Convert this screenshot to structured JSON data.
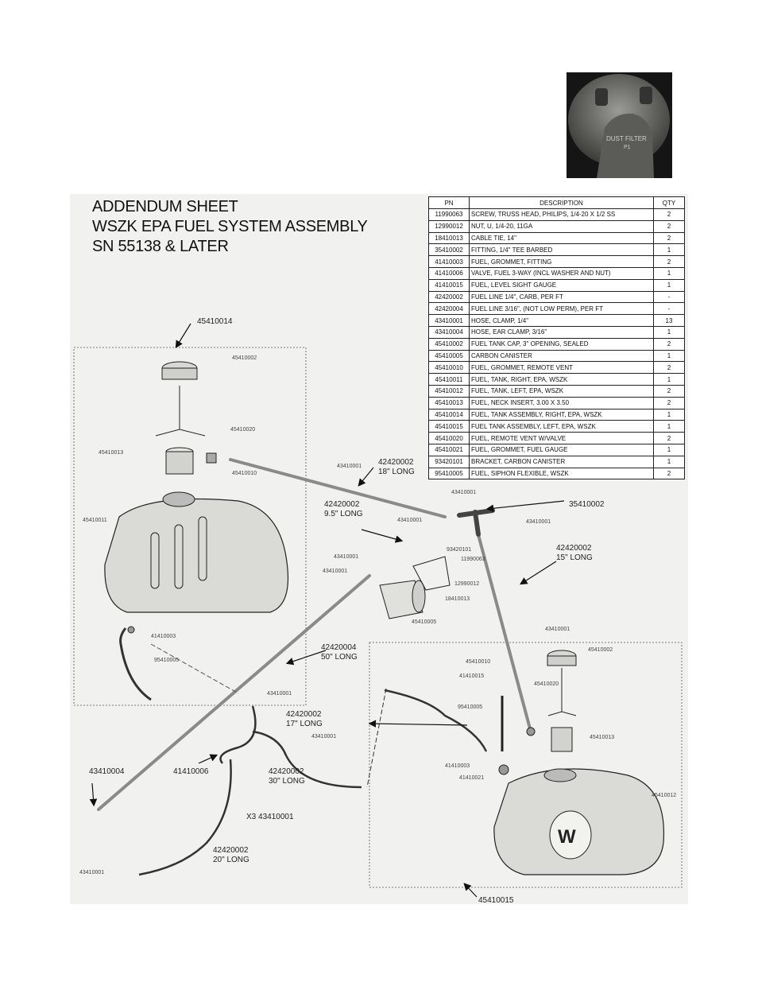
{
  "title_lines": [
    "ADDENDUM SHEET",
    "WSZK EPA FUEL SYSTEM ASSEMBLY",
    "SN 55138 & LATER"
  ],
  "photo": {
    "filter_text": "DUST FILTER",
    "filter_sub": "P1"
  },
  "table": {
    "headers": [
      "PN",
      "DESCRIPTION",
      "QTY"
    ],
    "rows": [
      [
        "11990063",
        "SCREW, TRUSS HEAD, PHILIPS, 1/4-20 X 1/2 SS",
        "2"
      ],
      [
        "12990012",
        "NUT, U, 1/4-20, 11GA",
        "2"
      ],
      [
        "18410013",
        "CABLE TIE, 14\"",
        "2"
      ],
      [
        "35410002",
        "FITTING, 1/4\" TEE BARBED",
        "1"
      ],
      [
        "41410003",
        "FUEL, GROMMET, FITTING",
        "2"
      ],
      [
        "41410006",
        "VALVE, FUEL 3-WAY (INCL WASHER AND NUT)",
        "1"
      ],
      [
        "41410015",
        "FUEL, LEVEL SIGHT GAUGE",
        "1"
      ],
      [
        "42420002",
        "FUEL LINE 1/4\", CARB, PER FT",
        "-"
      ],
      [
        "42420004",
        "FUEL LINE 3/16\", (NOT LOW PERM), PER FT",
        "-"
      ],
      [
        "43410001",
        "HOSE, CLAMP, 1/4\"",
        "13"
      ],
      [
        "43410004",
        "HOSE, EAR CLAMP, 3/16\"",
        "1"
      ],
      [
        "45410002",
        "FUEL TANK CAP, 3\" OPENING, SEALED",
        "2"
      ],
      [
        "45410005",
        "CARBON CANISTER",
        "1"
      ],
      [
        "45410010",
        "FUEL, GROMMET, REMOTE VENT",
        "2"
      ],
      [
        "45410011",
        "FUEL, TANK, RIGHT, EPA, WSZK",
        "1"
      ],
      [
        "45410012",
        "FUEL, TANK, LEFT, EPA, WSZK",
        "2"
      ],
      [
        "45410013",
        "FUEL, NECK INSERT, 3.00 X 3.50",
        "2"
      ],
      [
        "45410014",
        "FUEL, TANK ASSEMBLY, RIGHT, EPA, WSZK",
        "1"
      ],
      [
        "45410015",
        "FUEL TANK ASSEMBLY, LEFT, EPA, WSZK",
        "1"
      ],
      [
        "45410020",
        "FUEL, REMOTE VENT W/VALVE",
        "2"
      ],
      [
        "45410021",
        "FUEL, GROMMET, FUEL GAUGE",
        "1"
      ],
      [
        "93420101",
        "BRACKET, CARBON CANISTER",
        "1"
      ],
      [
        "95410005",
        "FUEL, SIPHON FLEXIBLE, WSZK",
        "2"
      ]
    ]
  },
  "callouts": {
    "tank_right_assy": "45410014",
    "cap_r": "45410002",
    "vent_r": "45410020",
    "insert_r": "45410013",
    "grommet_vent_r": "45410010",
    "tank_r": "45410011",
    "grommet_r": "41410003",
    "siphon_r": "95410005",
    "clamp_a": "43410001",
    "line18_pn": "42420002",
    "line18_len": "18\" LONG",
    "clamp_b": "43410001",
    "line95_pn": "42420002",
    "line95_len": "9.5\" LONG",
    "clamp_c": "43410001",
    "tee": "35410002",
    "clamp_d": "43410001",
    "bracket": "93420101",
    "screw": "11990063",
    "clamp_e": "43410001",
    "clamp_f": "43410001",
    "nut": "12990012",
    "tie": "18410013",
    "canister": "45410005",
    "line15_pn": "42420002",
    "line15_len": "15\" LONG",
    "clamp_g": "43410001",
    "line50_pn": "42420004",
    "line50_len": "50\" LONG",
    "clamp_h": "43410001",
    "line17_pn": "42420002",
    "line17_len": "17\" LONG",
    "clamp_i": "43410001",
    "ear_clamp": "43410004",
    "valve": "41410006",
    "line30_pn": "42420002",
    "line30_len": "30\" LONG",
    "x3": "X3 43410001",
    "line20_pn": "42420002",
    "line20_len": "20\" LONG",
    "clamp_j": "43410001",
    "vent_grommet_l": "45410010",
    "gauge": "41410015",
    "vent_l": "45410020",
    "cap_l": "45410002",
    "siphon_l": "95410005",
    "insert_l": "45410013",
    "grommet_l": "41410003",
    "gauge_grommet": "41410021",
    "tank_l": "45410012",
    "tank_left_assy": "45410015"
  }
}
